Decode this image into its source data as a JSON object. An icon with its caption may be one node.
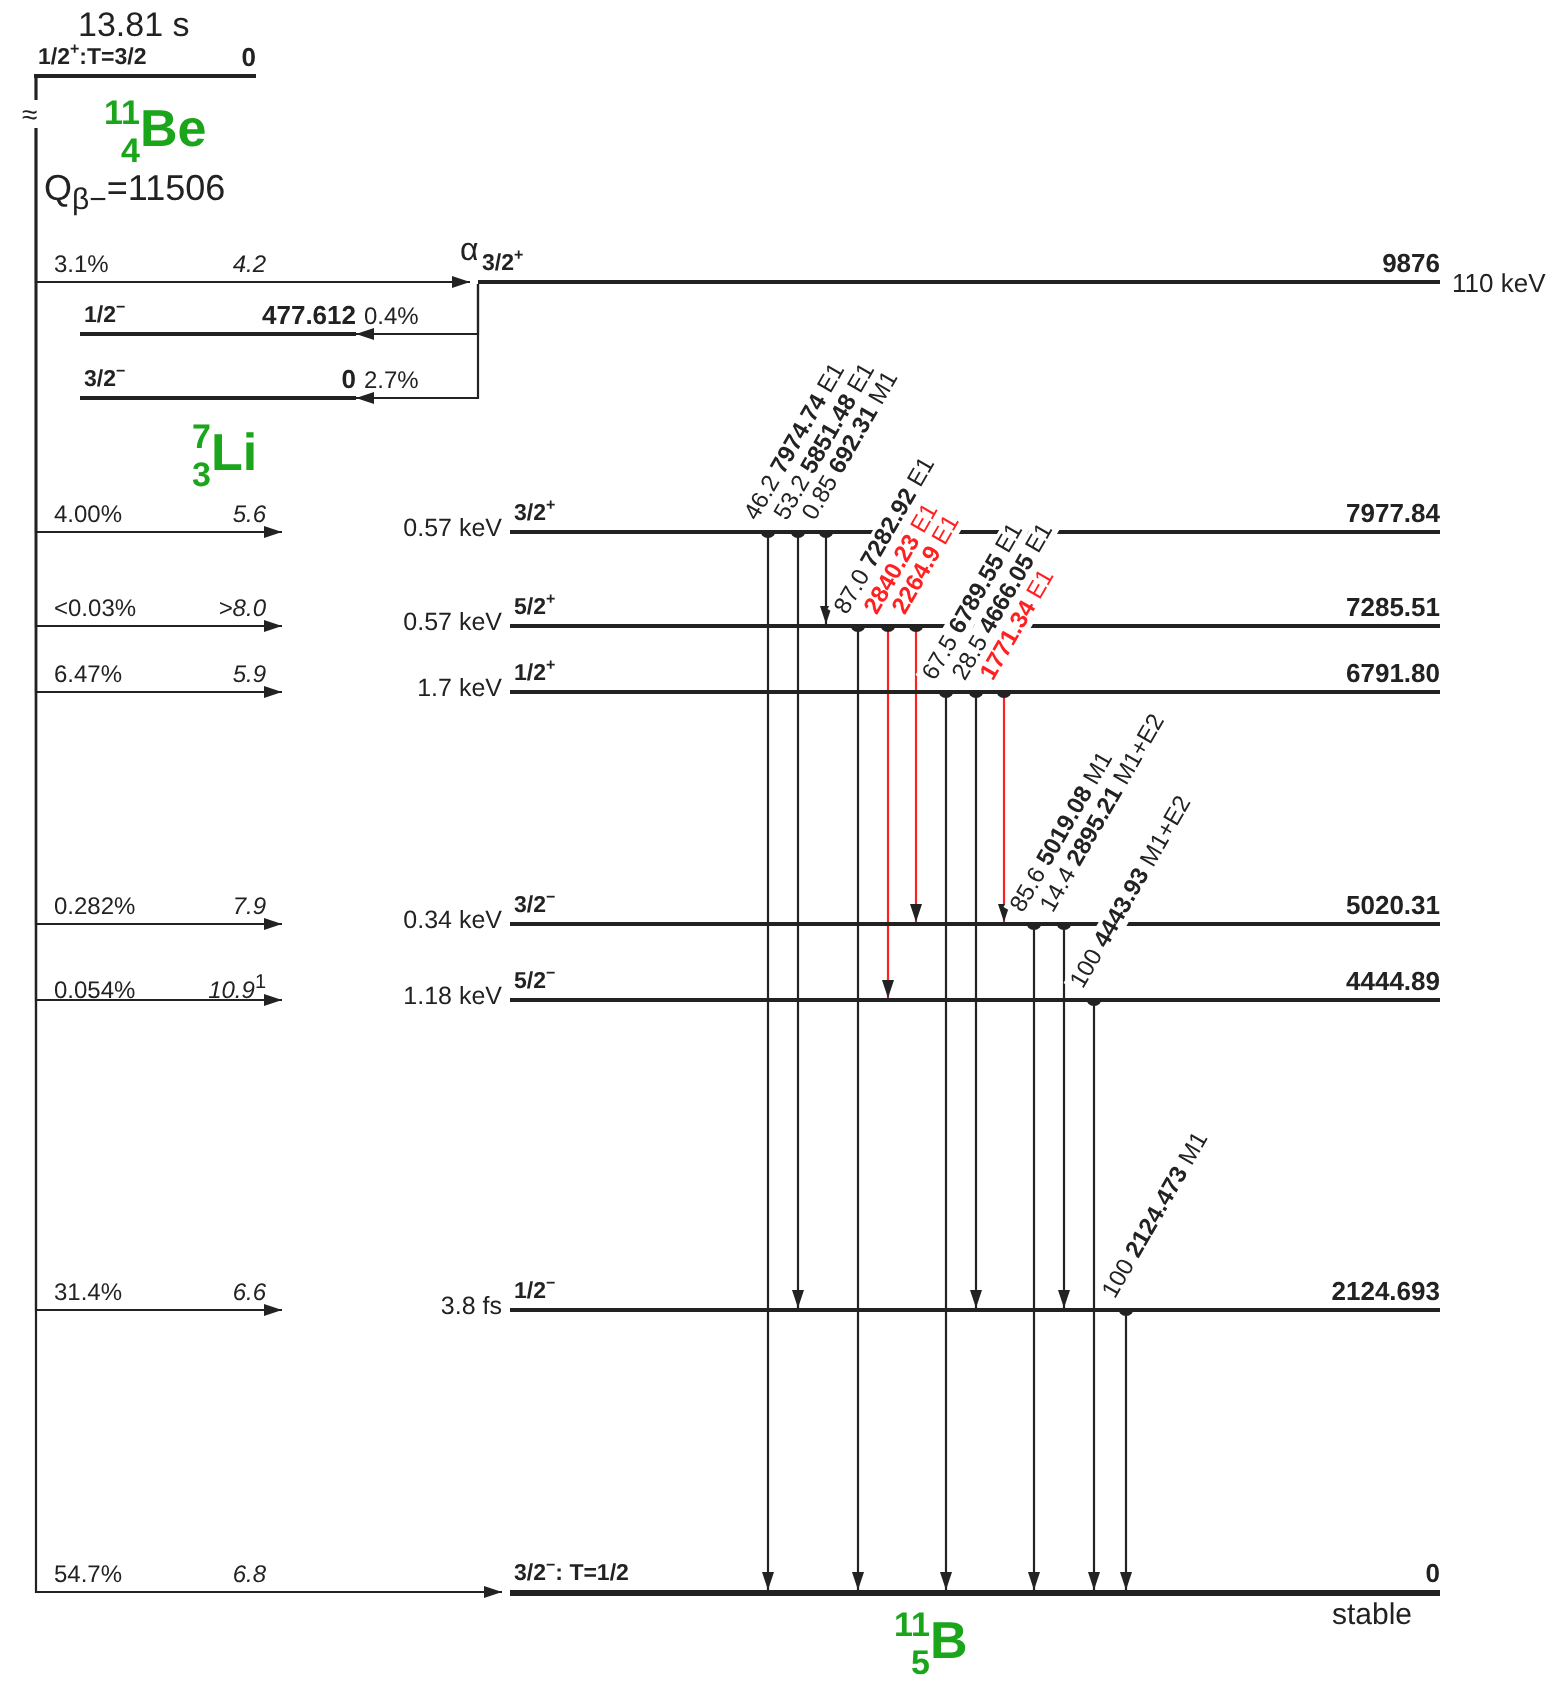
{
  "diagram": {
    "nodes": [
      {
        "text": [
          "1/2$^{+}$:T=3/2",
          "0"
        ],
        "beside": [
          "13.81 s"
        ]
      },
      {
        "text": [
          "3/2$^{+}$",
          "9876"
        ],
        "beside": [
          "110 keV"
        ]
      },
      {
        "text": [
          "1/2$^{−}$",
          "477.612"
        ]
      },
      {
        "text": [
          "3/2$^{−}$",
          "0"
        ]
      },
      {
        "text": [
          "3/2$^{+}$",
          "7977.84"
        ],
        "beside": [
          "0.57 keV"
        ]
      },
      {
        "text": [
          "5/2$^{+}$",
          "7285.51"
        ],
        "beside": [
          "0.57 keV"
        ]
      },
      {
        "text": [
          "1/2$^{+}$",
          "6791.80"
        ],
        "beside": [
          "1.7 keV"
        ]
      },
      {
        "text": [
          "3/2$^{−}$",
          "5020.31"
        ],
        "beside": [
          "0.34 keV"
        ]
      },
      {
        "text": [
          "5/2$^{−}$",
          "4444.89"
        ],
        "beside": [
          "1.18 keV"
        ]
      },
      {
        "text": [
          "1/2$^{−}$",
          "2124.693"
        ],
        "beside": [
          "3.8 fs"
        ]
      },
      {
        "text": [
          "3/2$^{−}$: T=1/2",
          "0"
        ],
        "beside": [
          "stable"
        ]
      }
    ],
    "edges": [
      {
        "from": 0,
        "to": 1,
        "arrow": "to",
        "label": "3.1% *4.2*"
      },
      {
        "from": 0,
        "to": 4,
        "arrow": "to",
        "label": "4.00% *5.6*"
      },
      {
        "from": 0,
        "to": 5,
        "arrow": "to",
        "label": "<0.03% *>8.0*"
      },
      {
        "from": 0,
        "to": 6,
        "arrow": "to",
        "label": "6.47% *5.9*"
      },
      {
        "from": 0,
        "to": 7,
        "arrow": "to",
        "label": "0.282% *7.9*"
      },
      {
        "from": 0,
        "to": 8,
        "arrow": "to",
        "label": "0.054% *10.9*$^{1}$"
      },
      {
        "from": 0,
        "to": 9,
        "arrow": "to",
        "label": "31.4% *6.6*"
      },
      {
        "from": 0,
        "to": 10,
        "arrow": "to",
        "label": "54.7% *6.8*"
      },
      {
        "from": 1,
        "to": 2,
        "arrow": "to",
        "label": "0.4%"
      },
      {
        "from": 1,
        "to": 3,
        "arrow": "to",
        "label": "2.7%"
      },
      {
        "from": 4,
        "to": 10,
        "arrow": "to",
        "label": "46.2 **7974.74** E1"
      },
      {
        "from": 4,
        "to": 9,
        "arrow": "to",
        "label": "53.2 **5851.48** E1"
      },
      {
        "from": 4,
        "to": 5,
        "arrow": "to",
        "label": "0.85 **692.31** M1"
      },
      {
        "from": 5,
        "to": 10,
        "arrow": "to",
        "label": "87.0 **7282.92** E1"
      },
      {
        "from": 5,
        "to": 8,
        "arrow": "to",
        "label": "**2840.23** E1",
        "color": "#ff2020"
      },
      {
        "from": 5,
        "to": 7,
        "arrow": "to",
        "label": "**2264.9** E1",
        "color": "#ff2020"
      },
      {
        "from": 6,
        "to": 10,
        "arrow": "to",
        "label": "67.5 **6789.55** E1"
      },
      {
        "from": 6,
        "to": 9,
        "arrow": "to",
        "label": "28.5 **4666.05** E1"
      },
      {
        "from": 6,
        "to": 7,
        "arrow": "to",
        "label": "**1771.34** E1",
        "color": "#ff2020"
      },
      {
        "from": 7,
        "to": 10,
        "arrow": "to",
        "label": "85.6 **5019.08** M1"
      },
      {
        "from": 7,
        "to": 9,
        "arrow": "to",
        "label": "14.4 **2895.21** M1+E2"
      },
      {
        "from": 8,
        "to": 10,
        "arrow": "to",
        "label": "100 **4443.93** M1+E2"
      },
      {
        "from": 9,
        "to": 10,
        "arrow": "to",
        "label": "100 **2124.473** M1"
      }
    ],
    "labels": [
      "$^{11}$$_{4}$Be",
      "≈",
      "Q$_{β−}$=11506",
      "α",
      "$^{7}$$_{3}$Li",
      "$^{11}$$_{5}$B"
    ]
  }
}
